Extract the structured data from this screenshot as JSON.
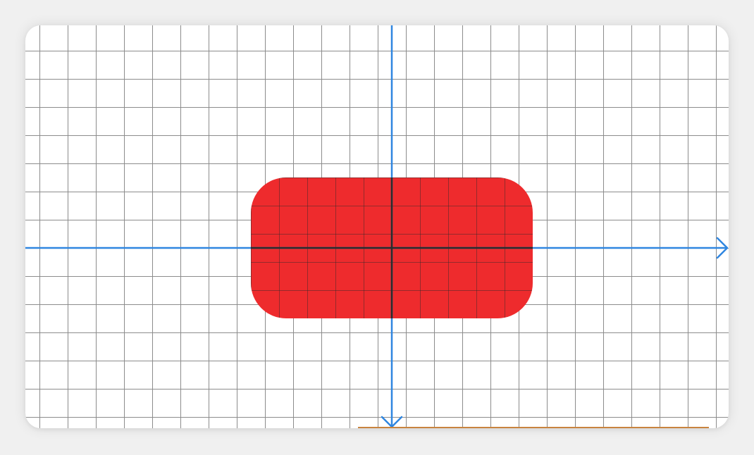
{
  "colors": {
    "page_background": "#f0f0f0",
    "card_background": "#ffffff",
    "grid_line": "#8c8c8c",
    "axis": "#2f86e0",
    "shape_fill": "#ee2b2d",
    "shape_grid_line": "#2b2b2b",
    "accent_bar": "#c8843f"
  },
  "grid": {
    "visible": true,
    "cells_horizontal": 25,
    "cells_vertical": 14
  },
  "axes": {
    "x_direction": "right",
    "y_direction": "down",
    "origin_cell": [
      12.5,
      7
    ]
  },
  "shape": {
    "type": "rounded-rectangle",
    "width_cells": 10,
    "height_cells": 5,
    "corner_radius_cells": 1.25,
    "centered_at_origin": true
  },
  "icons": {
    "x_arrow": "arrow-right-icon",
    "y_arrow": "arrow-down-icon"
  }
}
